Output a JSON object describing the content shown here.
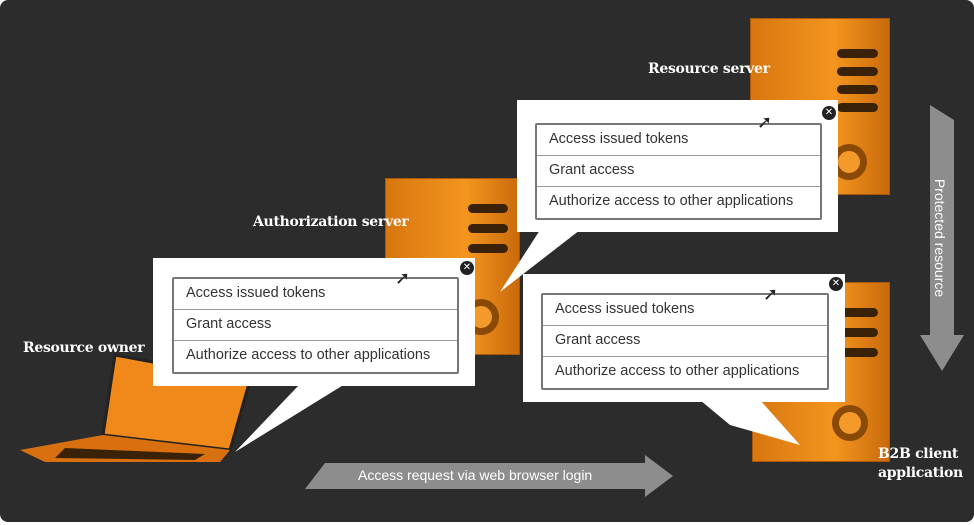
{
  "labels": {
    "resource_server": "Resource server",
    "authorization_server": "Authorization server",
    "resource_owner": "Resource owner",
    "b2b_client": "B2B client application"
  },
  "arrows": {
    "horizontal": "Access request via web browser login",
    "vertical": "Protected resource"
  },
  "popups": [
    {
      "items": [
        "Access issued tokens",
        "Grant access",
        "Authorize access to other applications"
      ]
    },
    {
      "items": [
        "Access issued tokens",
        "Grant access",
        "Authorize access to other applications"
      ]
    },
    {
      "items": [
        "Access issued tokens",
        "Grant access",
        "Authorize access to other applications"
      ]
    }
  ],
  "colors": {
    "accent": "#f08a1a",
    "background": "#2c2c2c"
  }
}
